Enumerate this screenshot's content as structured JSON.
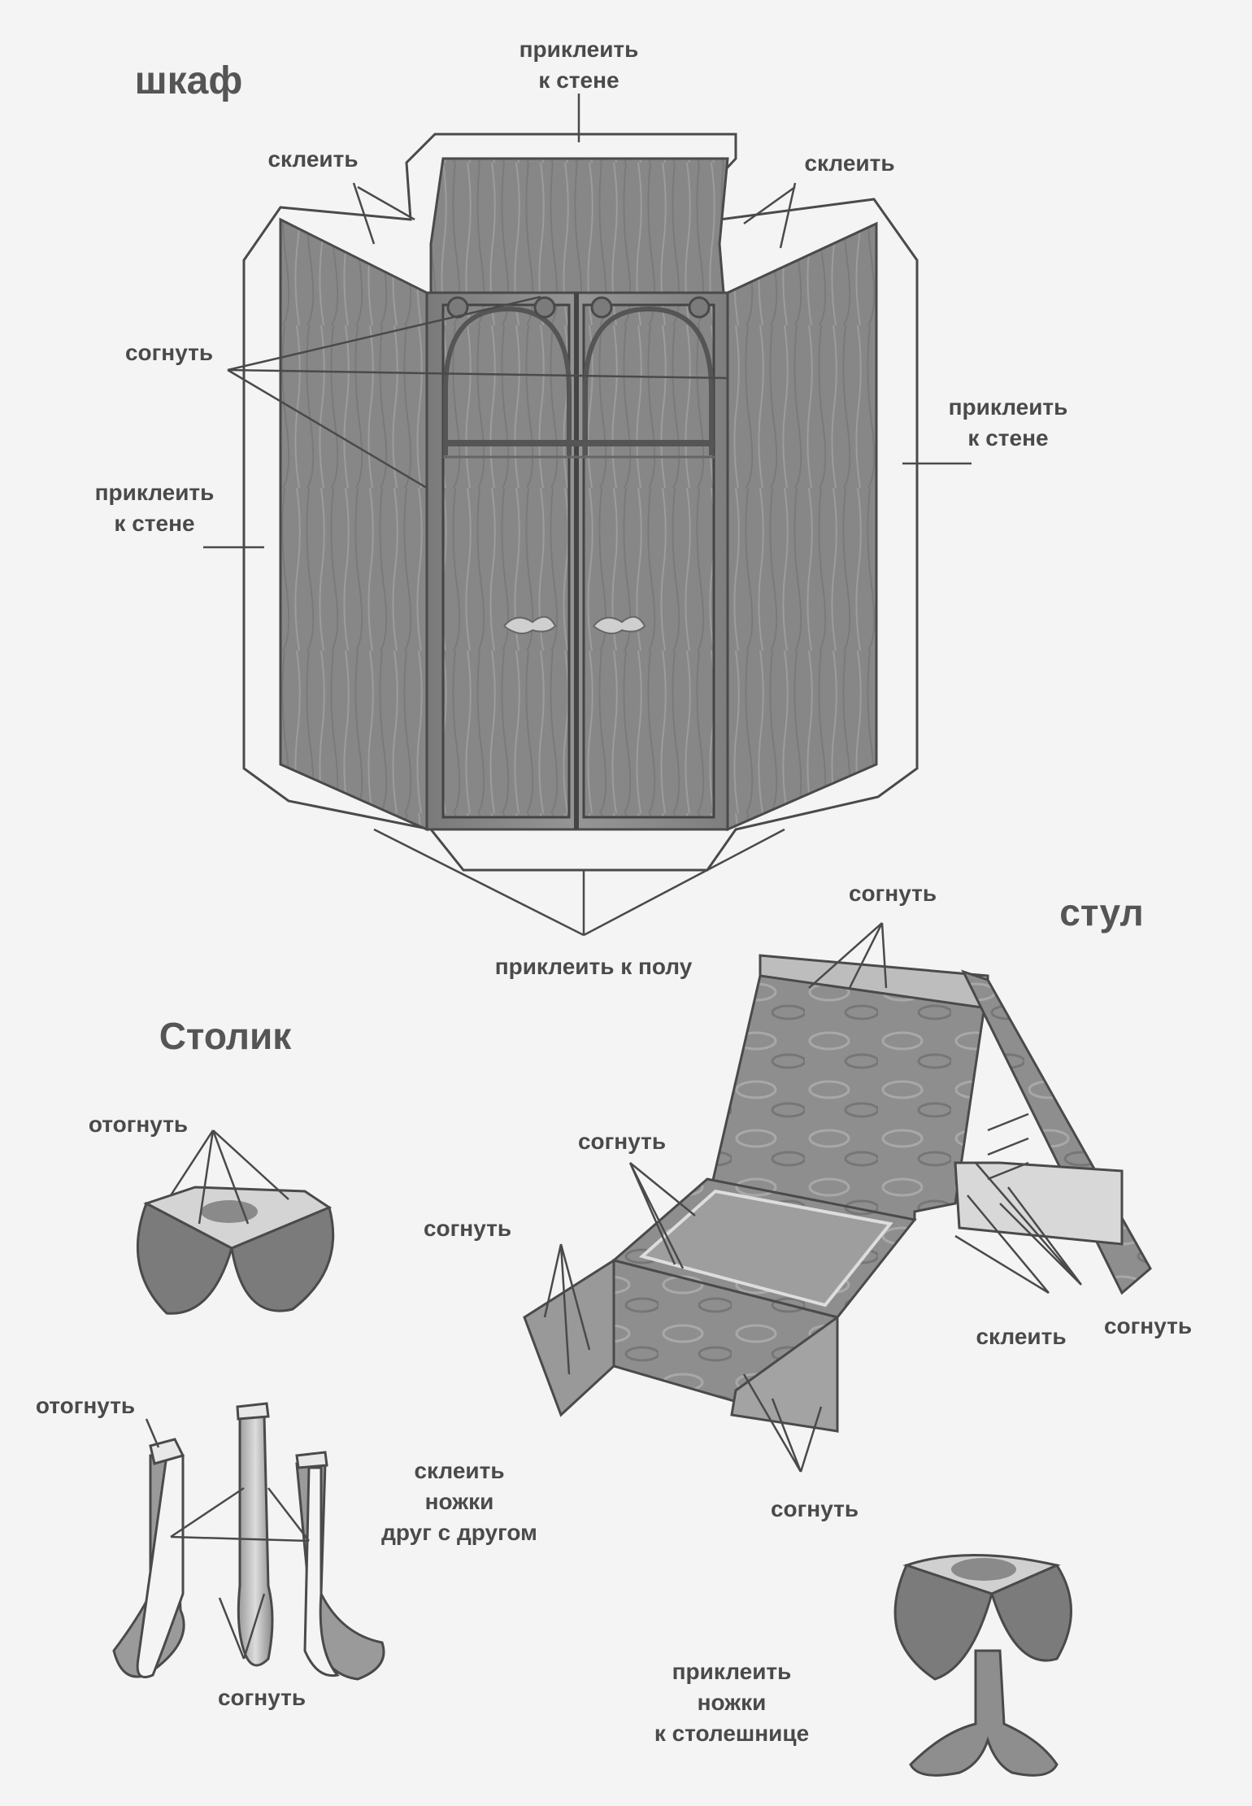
{
  "titles": {
    "wardrobe": "шкаф",
    "chair": "стул",
    "table": "Столик"
  },
  "labels": {
    "glue_wall": [
      "приклеить",
      "к стене"
    ],
    "glue_floor": "приклеить к полу",
    "glue": "склеить",
    "fold": "согнуть",
    "fold_back": "отогнуть",
    "glue_legs": [
      "склеить",
      "ножки",
      "друг с другом"
    ],
    "attach_legs": [
      "приклеить",
      "ножки",
      "к столешнице"
    ]
  },
  "colors": {
    "ink": "#4a4a4a",
    "wood_dark": "#707070",
    "wood_mid": "#8c8c8c",
    "wood_light": "#b8b8b8",
    "paper": "#f4f4f4"
  }
}
